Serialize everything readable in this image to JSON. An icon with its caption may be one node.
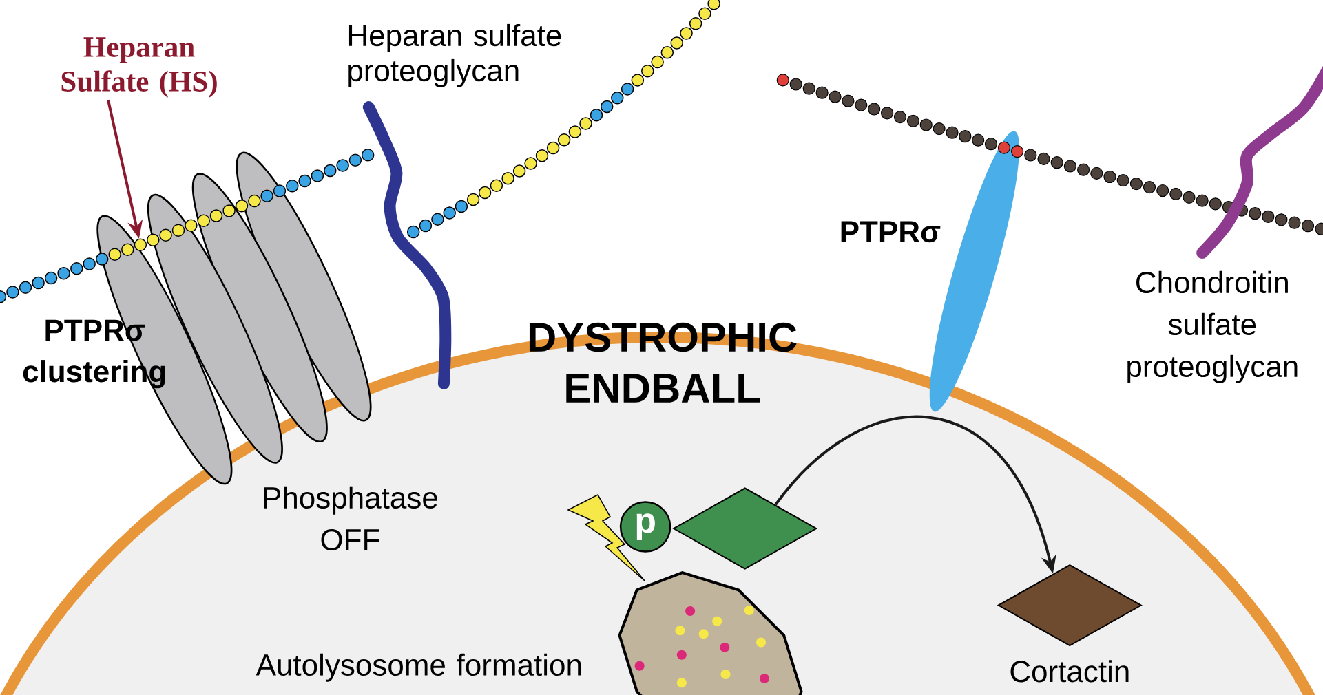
{
  "diagram": {
    "nodes": [
      {
        "text": [
          "Heparan Sulfate (HS)"
        ]
      },
      {
        "text": [],
        "shape": "circle"
      },
      {
        "text": [],
        "shape": "diamond",
        "beside": [
          "p"
        ]
      },
      {
        "text": [],
        "shape": "diamond",
        "beside": [
          "Cortactin"
        ]
      }
    ],
    "edges": [
      {
        "from": 0,
        "to": 1,
        "arrow": "to",
        "color": "#8b1a2e"
      },
      {
        "from": 2,
        "to": 3,
        "arrow": "to",
        "color": "#1a1a1a"
      }
    ],
    "labels": [
      "Heparan sulfate proteoglycan",
      "PTPRσ clustering",
      "PTPRσ",
      "Chondroitin sulfate proteoglycan",
      "DYSTROPHIC ENDBALL",
      "Phosphatase OFF",
      "Autolysosome formation"
    ]
  }
}
